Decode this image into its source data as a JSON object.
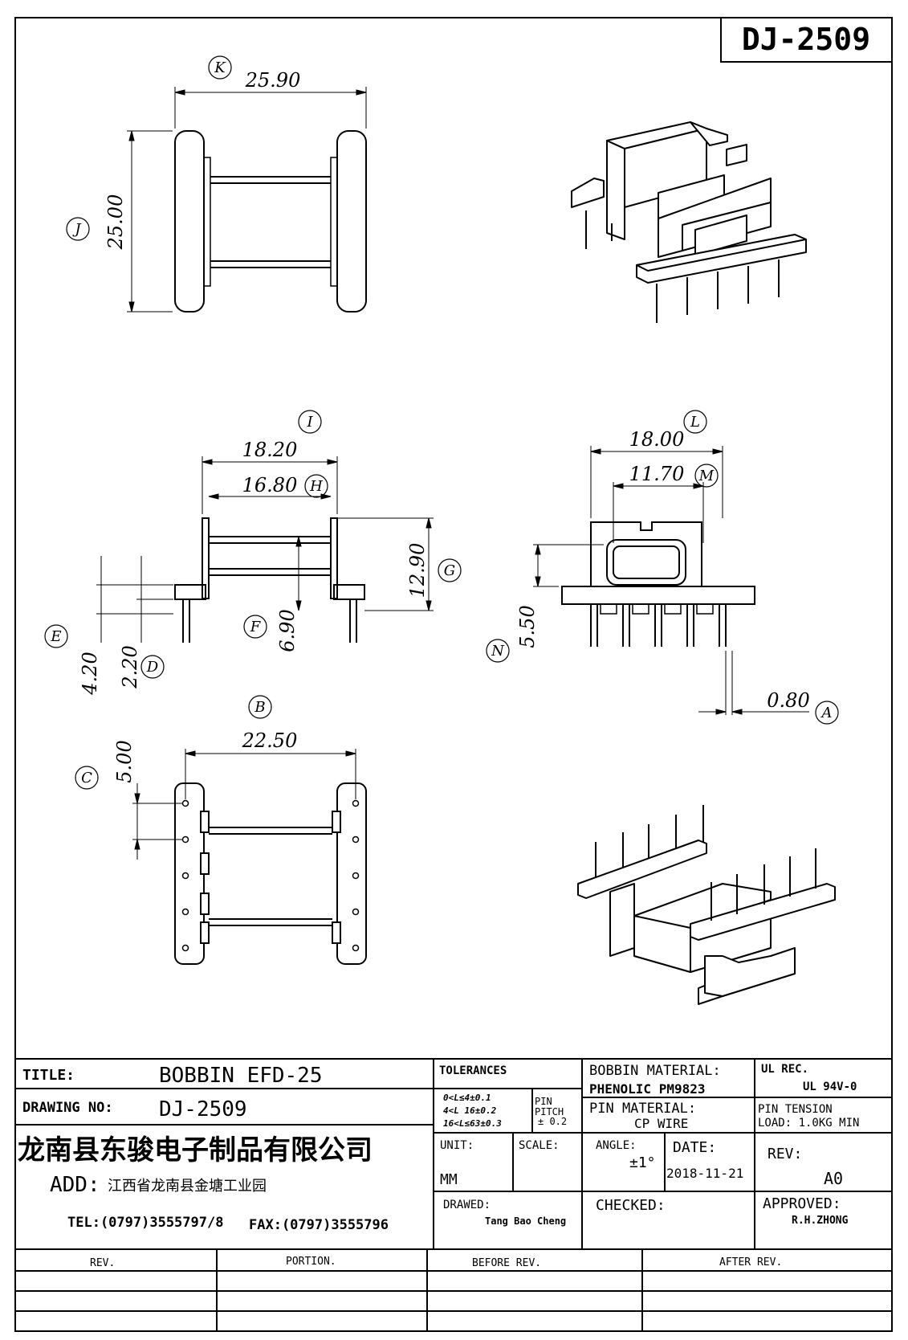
{
  "drawing_id": "DJ-2509",
  "views": {
    "top": {
      "dim_k": {
        "value": "25.90",
        "label": "K"
      },
      "dim_j": {
        "value": "25.00",
        "label": "J"
      }
    },
    "front": {
      "dim_i": {
        "value": "18.20",
        "label": "I"
      },
      "dim_h": {
        "value": "16.80",
        "label": "H"
      },
      "dim_g": {
        "value": "12.90",
        "label": "G"
      },
      "dim_f": {
        "value": "6.90",
        "label": "F"
      },
      "dim_e": {
        "value": "4.20",
        "label": "E"
      },
      "dim_d": {
        "value": "2.20",
        "label": "D"
      }
    },
    "side": {
      "dim_l": {
        "value": "18.00",
        "label": "L"
      },
      "dim_m": {
        "value": "11.70",
        "label": "M"
      },
      "dim_n": {
        "value": "5.50",
        "label": "N"
      },
      "dim_a": {
        "value": "0.80",
        "label": "A"
      }
    },
    "bottom": {
      "dim_b": {
        "value": "22.50",
        "label": "B"
      },
      "dim_c": {
        "value": "5.00",
        "label": "C"
      }
    }
  },
  "title_block": {
    "title_label": "TITLE:",
    "title_value": "BOBBIN EFD-25",
    "drawing_no_label": "DRAWING NO:",
    "drawing_no_value": "DJ-2509",
    "company": "龙南县东骏电子制品有限公司",
    "add_label": "ADD:",
    "address": "江西省龙南县金塘工业园",
    "tel": "TEL:(0797)3555797/8",
    "fax": "FAX:(0797)3555796",
    "tolerances_label": "TOLERANCES",
    "tol_line1": "0<L≤4±0.1",
    "tol_line2": "4<L 16±0.2",
    "tol_line3": "16<L≤63±0.3",
    "pin_pitch_label1": "PIN",
    "pin_pitch_label2": "PITCH",
    "pin_pitch_value": "± 0.2",
    "bobbin_material_label": "BOBBIN MATERIAL:",
    "bobbin_material_value": "PHENOLIC  PM9823",
    "ul_rec_label": "UL REC.",
    "ul_rec_value": "UL  94V-0",
    "pin_material_label": "PIN MATERIAL:",
    "pin_material_value": "CP WIRE",
    "pin_tension_label": "PIN TENSION",
    "pin_tension_value": "LOAD:  1.0KG MIN",
    "unit_label": "UNIT:",
    "unit_value": "MM",
    "scale_label": "SCALE:",
    "angle_label": "ANGLE:",
    "angle_value": "±1°",
    "date_label": "DATE:",
    "date_value": "2018-11-21",
    "rev_label": "REV:",
    "rev_value": "A0",
    "drawed_label": "DRAWED:",
    "drawed_value": "Tang  Bao Cheng",
    "checked_label": "CHECKED:",
    "approved_label": "APPROVED:",
    "approved_value": "R.H.ZHONG"
  },
  "revision_table": {
    "headers": [
      "REV.",
      "PORTION.",
      "BEFORE REV.",
      "AFTER REV."
    ]
  }
}
